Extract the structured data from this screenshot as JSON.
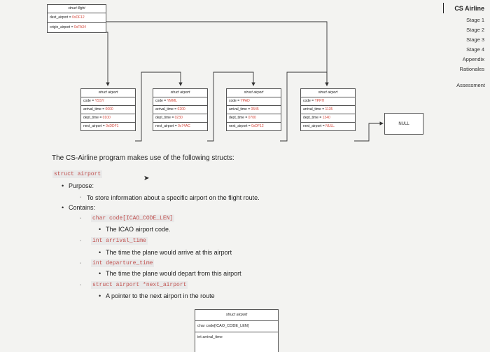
{
  "sidebar": {
    "title": "CS Airline",
    "items": [
      "Stage 1",
      "Stage 2",
      "Stage 3",
      "Stage 4",
      "Appendix",
      "Rationales"
    ],
    "assessment": "Assessment"
  },
  "flight": {
    "header": "struct flight",
    "dest_label": "dest_airport = ",
    "dest_value": "0xDF12",
    "origin_label": "origin_airport = ",
    "origin_value": "0xFA34"
  },
  "airports": [
    {
      "header": "struct airport",
      "code_label": "code = ",
      "code": "YSSY",
      "arr_label": "arrival_time = ",
      "arr": "0000",
      "dep_label": "dept_time = ",
      "dep": "0100",
      "next_label": "next_airport = ",
      "next": "0xDDF1"
    },
    {
      "header": "struct airport",
      "code_label": "code = ",
      "code": "YMML",
      "arr_label": "arrival_time = ",
      "arr": "0200",
      "dep_label": "dept_time = ",
      "dep": "0230",
      "next_label": "next_airport = ",
      "next": "0x74AC"
    },
    {
      "header": "struct airport",
      "code_label": "code = ",
      "code": "YPAD",
      "arr_label": "arrival_time = ",
      "arr": "0545",
      "dep_label": "dept_time = ",
      "dep": "0700",
      "next_label": "next_airport = ",
      "next": "0xDF12"
    },
    {
      "header": "struct airport",
      "code_label": "code = ",
      "code": "YPPH",
      "arr_label": "arrival_time = ",
      "arr": "1135",
      "dep_label": "dept_time = ",
      "dep": "1340",
      "next_label": "next_airport = ",
      "next": "NULL"
    }
  ],
  "null_label": "NULL",
  "content": {
    "intro": "The CS-Airline program makes use of the following structs:",
    "struct_name": "struct airport",
    "purpose_label": "Purpose:",
    "purpose_text": "To store information about a specific airport on the flight route.",
    "contains_label": "Contains:",
    "fields": [
      {
        "code": "char code[ICAO_CODE_LEN]",
        "desc": "The ICAO airport code."
      },
      {
        "code": "int arrival_time",
        "desc": "The time the plane would arrive at this airport"
      },
      {
        "code": "int departure_time",
        "desc": "The time the plane would depart from this airport"
      },
      {
        "code": "struct airport *next_airport",
        "desc": "A pointer to the next airport in the route"
      }
    ]
  },
  "bottom_box": {
    "header": "struct airport",
    "row1": "char code[ICAO_CODE_LEN]",
    "row2": "int arrival_time"
  }
}
